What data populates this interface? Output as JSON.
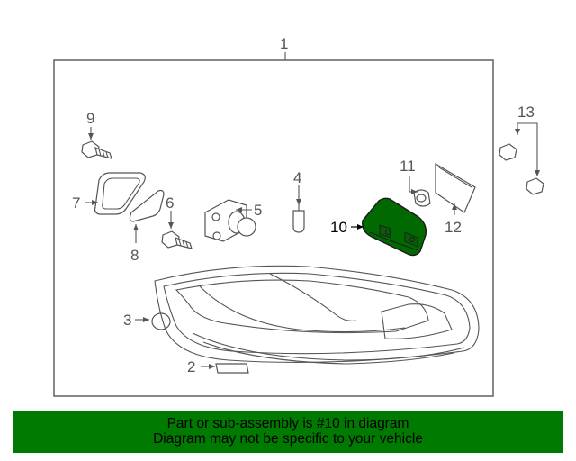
{
  "diagram": {
    "callouts": [
      "1",
      "2",
      "3",
      "4",
      "5",
      "6",
      "7",
      "8",
      "9",
      "10",
      "11",
      "12",
      "13"
    ],
    "highlighted_part": "10",
    "colors": {
      "highlight": "#006a00",
      "footer": "#007a00",
      "linework": "#555555"
    }
  },
  "footer": {
    "line1": "Part or sub-assembly is #10 in diagram",
    "line2": "Diagram may not be specific to your vehicle"
  }
}
